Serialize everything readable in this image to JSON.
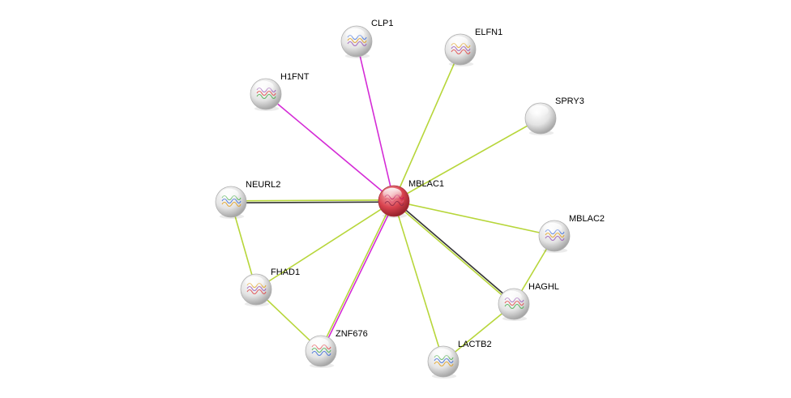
{
  "network": {
    "center_node": "MBLAC1",
    "nodes": [
      {
        "id": "MBLAC1",
        "label": "MBLAC1",
        "highlight": true,
        "has_structure": true
      },
      {
        "id": "CLP1",
        "label": "CLP1",
        "highlight": false,
        "has_structure": true
      },
      {
        "id": "ELFN1",
        "label": "ELFN1",
        "highlight": false,
        "has_structure": true
      },
      {
        "id": "H1FNT",
        "label": "H1FNT",
        "highlight": false,
        "has_structure": true
      },
      {
        "id": "SPRY3",
        "label": "SPRY3",
        "highlight": false,
        "has_structure": false
      },
      {
        "id": "NEURL2",
        "label": "NEURL2",
        "highlight": false,
        "has_structure": true
      },
      {
        "id": "MBLAC2",
        "label": "MBLAC2",
        "highlight": false,
        "has_structure": true
      },
      {
        "id": "FHAD1",
        "label": "FHAD1",
        "highlight": false,
        "has_structure": true
      },
      {
        "id": "HAGHL",
        "label": "HAGHL",
        "highlight": false,
        "has_structure": true
      },
      {
        "id": "ZNF676",
        "label": "ZNF676",
        "highlight": false,
        "has_structure": true
      },
      {
        "id": "LACTB2",
        "label": "LACTB2",
        "highlight": false,
        "has_structure": true
      }
    ],
    "edges": [
      {
        "source": "MBLAC1",
        "target": "CLP1",
        "evidence": [
          "magenta"
        ]
      },
      {
        "source": "MBLAC1",
        "target": "H1FNT",
        "evidence": [
          "magenta"
        ]
      },
      {
        "source": "MBLAC1",
        "target": "ELFN1",
        "evidence": [
          "yellowgreen"
        ]
      },
      {
        "source": "MBLAC1",
        "target": "SPRY3",
        "evidence": [
          "yellowgreen"
        ]
      },
      {
        "source": "MBLAC1",
        "target": "NEURL2",
        "evidence": [
          "black",
          "yellowgreen"
        ]
      },
      {
        "source": "MBLAC1",
        "target": "MBLAC2",
        "evidence": [
          "yellowgreen"
        ]
      },
      {
        "source": "MBLAC1",
        "target": "FHAD1",
        "evidence": [
          "yellowgreen"
        ]
      },
      {
        "source": "MBLAC1",
        "target": "HAGHL",
        "evidence": [
          "black",
          "yellowgreen"
        ]
      },
      {
        "source": "MBLAC1",
        "target": "ZNF676",
        "evidence": [
          "magenta",
          "yellowgreen"
        ]
      },
      {
        "source": "MBLAC1",
        "target": "LACTB2",
        "evidence": [
          "yellowgreen"
        ]
      },
      {
        "source": "NEURL2",
        "target": "FHAD1",
        "evidence": [
          "yellowgreen"
        ]
      },
      {
        "source": "FHAD1",
        "target": "ZNF676",
        "evidence": [
          "yellowgreen"
        ]
      },
      {
        "source": "MBLAC2",
        "target": "HAGHL",
        "evidence": [
          "yellowgreen"
        ]
      },
      {
        "source": "HAGHL",
        "target": "LACTB2",
        "evidence": [
          "yellowgreen"
        ]
      }
    ],
    "colors": {
      "magenta": "#d42bd6",
      "yellowgreen": "#b7d63a",
      "black": "#333333",
      "node_fill": "#e6e6e6",
      "node_highlight": "#d9434f"
    }
  }
}
